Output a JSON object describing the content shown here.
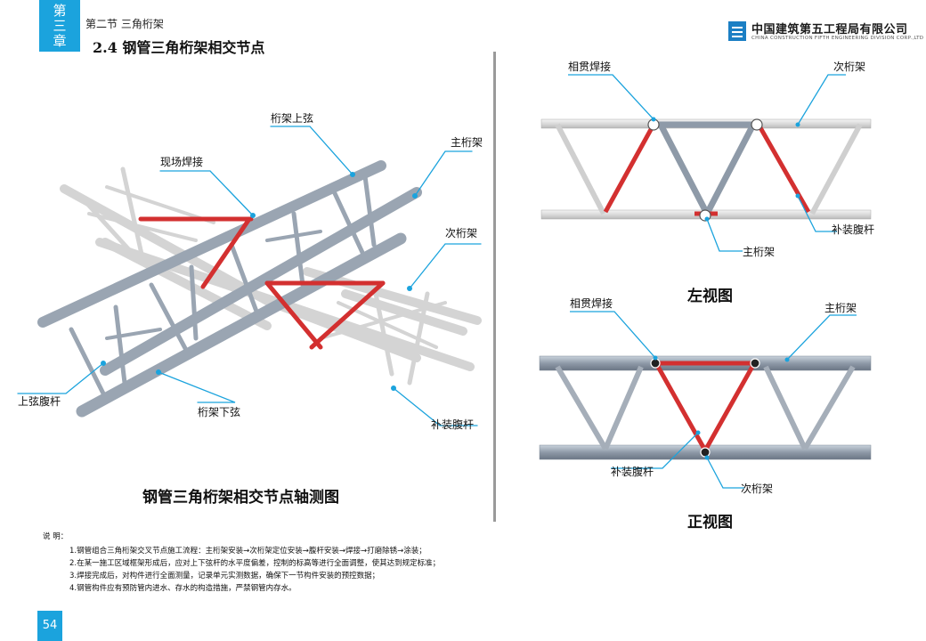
{
  "header": {
    "chapter_tab": [
      "第",
      "三",
      "章"
    ],
    "section": "第二节  三角桁架",
    "title": "2.4  钢管三角桁架相交节点",
    "logo_cn": "中国建筑第五工程局有限公司",
    "logo_en": "CHINA CONSTRUCTION FIFTH ENGINEERING DIVISION CORP.,LTD"
  },
  "axonometric": {
    "labels": {
      "top_chord": "桁架上弦",
      "main_truss": "主桁架",
      "site_weld": "现场焊接",
      "secondary_truss": "次桁架",
      "upper_web": "上弦腹杆",
      "bottom_chord": "桁架下弦",
      "filler_web": "补装腹杆"
    },
    "caption": "钢管三角桁架相交节点轴测图"
  },
  "left_view": {
    "labels": {
      "penetration_weld": "相贯焊接",
      "secondary_truss": "次桁架",
      "filler_web": "补装腹杆",
      "main_truss": "主桁架"
    },
    "caption": "左视图"
  },
  "front_view": {
    "labels": {
      "penetration_weld": "相贯焊接",
      "main_truss": "主桁架",
      "filler_web": "补装腹杆",
      "secondary_truss": "次桁架"
    },
    "caption": "正视图"
  },
  "notes": {
    "heading": "说   明：",
    "items": [
      "1.钢管组合三角桁架交叉节点施工流程：主桁架安装→次桁架定位安装→腹杆安装→焊接→打磨除锈→涂装；",
      "2.在某一施工区域框架形成后，应对上下弦杆的水平度偏差，控制的标高等进行全面调整，使其达到规定标准；",
      "3.焊接完成后，对构件进行全面测量，记录单元实测数据，确保下一节构件安装的预控数据；",
      "4.钢管构件应有预防管内进水、存水的构造措施，严禁钢管内存水。"
    ]
  },
  "page_number": "54",
  "colors": {
    "accent_blue": "#1ba3dd",
    "steel_dark": "#8e9aa8",
    "steel_light": "#dcdcdc",
    "weld_red": "#d33030"
  }
}
